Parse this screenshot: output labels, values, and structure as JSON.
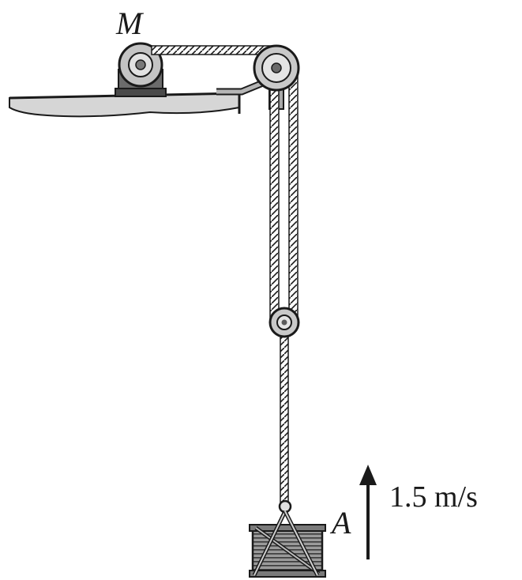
{
  "labels": {
    "motor": "M",
    "crate": "A",
    "speed": "1.5 m/s"
  },
  "colors": {
    "ink": "#1a1a1a",
    "ground_fill": "#d6d6d6",
    "metal_light": "#b5b5b5",
    "metal_dark": "#5f5f5f",
    "crate_fill": "#8a8a8a"
  },
  "icons": {
    "motor": "motor-drum-icon",
    "speed_arrow": "up-arrow-icon"
  }
}
